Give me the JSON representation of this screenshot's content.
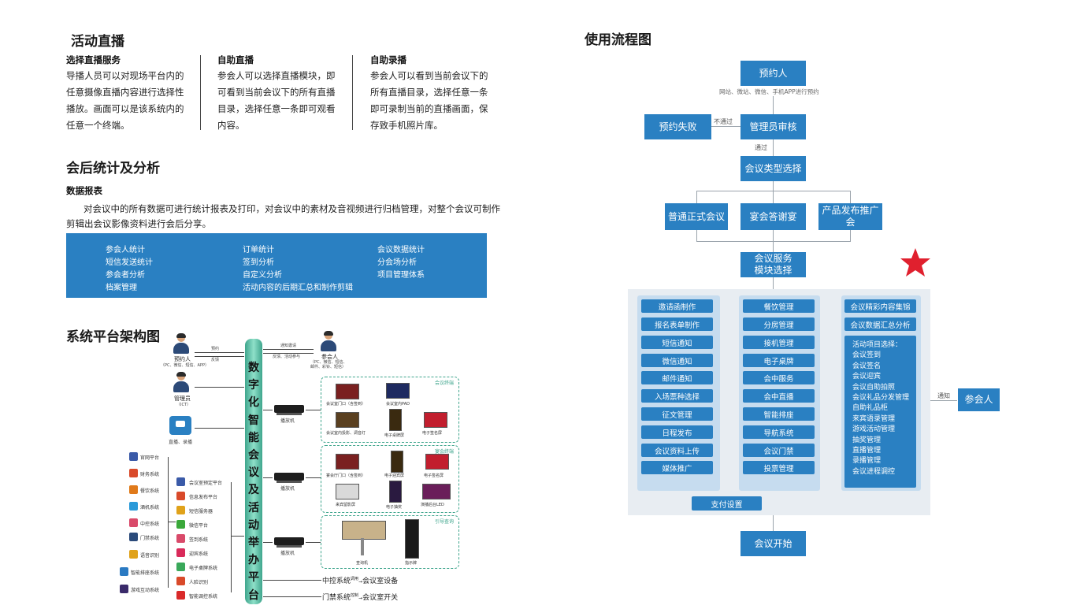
{
  "live": {
    "title": "活动直播",
    "cols": [
      {
        "head": "选择直播服务",
        "lines": [
          "导播人员可以对现场平台内的",
          "任意摄像直播内容进行选择性",
          "播放。画面可以是该系统内的",
          "任意一个终端。"
        ]
      },
      {
        "head": "自助直播",
        "lines": [
          "参会人可以选择直播模块，即",
          "可看到当前会议下的所有直播",
          "目录，选择任意一条即可观看",
          "内容。"
        ]
      },
      {
        "head": "自助录播",
        "lines": [
          "参会人可以看到当前会议下的",
          "所有直播目录，选择任意一条",
          "即可录制当前的直播画面，保",
          "存致手机照片库。"
        ]
      }
    ]
  },
  "stats": {
    "title": "会后统计及分析",
    "subtitle": "数据报表",
    "para1": "对会议中的所有数据可进行统计报表及打印，对会议中的素材及音视频进行归档管理，对整个会议可制作",
    "para2": "剪辑出会议影像资料进行会后分享。",
    "items": [
      "参会人统计",
      "短信发送统计",
      "参会者分析",
      "档案管理",
      "订单统计",
      "签到分析",
      "自定义分析",
      "活动内容的后期汇总和制作剪辑",
      "会议数据统计",
      "分会场分析",
      "项目管理体系"
    ]
  },
  "arch": {
    "title": "系统平台架构图",
    "pillar": [
      "数",
      "字",
      "化",
      "智",
      "能",
      "会",
      "议",
      "及",
      "活",
      "动",
      "举",
      "办",
      "平",
      "台"
    ],
    "booker": "预约人",
    "booker_sub": "（PC、微信、短信、APP）",
    "admin": "管理员",
    "admin_sub": "（ICT）",
    "broadcast": "直播、录播",
    "attendee": "参会人",
    "attendee_sub": "（PC、微信、短信、邮件、彩铃、短信）",
    "arrow_book": "预约",
    "arrow_review": "反馈",
    "arrow_notify": "通知邀请",
    "arrow_feedback": "反馈、活动参与",
    "player": "播放机",
    "group1": "会议终端",
    "group2": "宴会终端",
    "group3": "引导查询",
    "g1_items": [
      "会议室门口（含签到）",
      "会议室内PAD",
      "会议室内投影、调音灯",
      "电子桌牌屏",
      "电子签名屏"
    ],
    "g2_items": [
      "宴会厅门口（含签到）",
      "电子迎宾屏",
      "电子签名屏",
      "来宾留影屏",
      "电子抽奖",
      "演播后台LED"
    ],
    "g3_items": [
      "查询机",
      "指示牌"
    ],
    "left_systems": [
      "官网平台",
      "财务系统",
      "餐饮系统",
      "酒机系统",
      "中控系统",
      "门禁系统",
      "语音识别",
      "智能排座系统",
      "游戏互动系统"
    ],
    "mid_systems": [
      "会议室预定平台",
      "信息发布平台",
      "短信服务器",
      "微信平台",
      "签到系统",
      "迎宾系统",
      "电子桌牌系统",
      "人脸识别",
      "智能调控系统"
    ],
    "bottom1": "中控系统",
    "bottom1_tag": "调用",
    "bottom1_target": "会议室设备",
    "bottom2": "门禁系统",
    "bottom2_tag": "控制",
    "bottom2_target": "会议室开关"
  },
  "flow": {
    "title": "使用流程图",
    "booker": "预约人",
    "booker_note": "网站、微站、微信、手机APP进行预约",
    "fail": "预约失败",
    "reject": "不通过",
    "review": "管理员审核",
    "pass": "通过",
    "type_select": "会议类型选择",
    "types": [
      "普通正式会议",
      "宴会答谢宴",
      "产品发布推广会"
    ],
    "svc_select": "会议服务\n模块选择",
    "col1": [
      "邀请函制作",
      "报名表单制作",
      "短信通知",
      "微信通知",
      "邮件通知",
      "入场票种选择",
      "征文管理",
      "日程发布",
      "会议资料上传",
      "媒体推广"
    ],
    "col2": [
      "餐饮管理",
      "分房管理",
      "接机管理",
      "电子桌牌",
      "会中服务",
      "会中直播",
      "智能排座",
      "导航系统",
      "会议门禁",
      "投票管理"
    ],
    "col3_top": [
      "会议精彩内容集锦",
      "会议数据汇总分析"
    ],
    "col3_list_title": "活动项目选择：",
    "col3_list": [
      "会议签到",
      "会议签名",
      "会议迎宾",
      "会议自助拍照",
      "会议礼品分发管理",
      "自助礼品柜",
      "来宾语录管理",
      "游戏活动管理",
      "抽奖管理",
      "直播管理",
      "录播管理",
      "会议进程调控"
    ],
    "notify": "通知",
    "attendee": "参会人",
    "pay": "支付设置",
    "start": "会议开始",
    "accent": "#2a80c2",
    "star_color": "#e0202e"
  }
}
